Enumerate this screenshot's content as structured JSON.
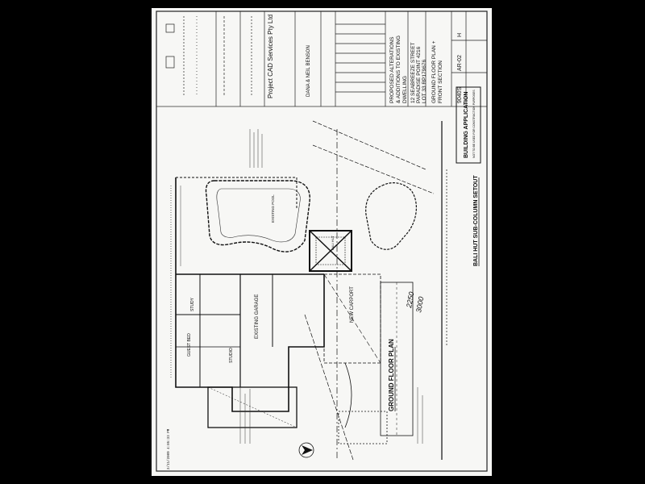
{
  "sheet": {
    "stamp": {
      "line1": "BUILDING APPLICATION",
      "line2": "NOT TO BE USED FOR CONSTRUCTION PURPOSES"
    },
    "plan_title": "GROUND FLOOR PLAN",
    "setout_title": "BALI HUT SUB-COLUMN SETOUT",
    "rooms": {
      "study": "STUDY",
      "guest_bed": "GUEST BED",
      "existing_garage": "EXISTING GARAGE",
      "new_carport": "NEW CARPORT",
      "studio": "STUDIO",
      "existing_pool": "EXISTING POOL",
      "bali_hut": "BALI HUT"
    },
    "handwritten": [
      "2250",
      "3000"
    ],
    "date_stamp": "2/11/2009 4:05:33 PM",
    "title_block": {
      "firm": "Project CAD Services Pty Ltd",
      "client": "DANA & NEIL BENSON",
      "project_line1": "PROPOSED ALTERATIONS",
      "project_line2": "& ADDITIONS TO EXISTING",
      "project_line3": "DWELLING",
      "address_line1": "12 SEABREEZE STREET",
      "address_line2": "PARADISE POINT 4216",
      "address_line3": "LOT 33 RP179676",
      "drawing_title_line1": "GROUND FLOOR PLAN +",
      "drawing_title_line2": "FRONT SECTION",
      "job_no": "9040S",
      "sheet_no": "AR-02",
      "revision": "H"
    }
  }
}
